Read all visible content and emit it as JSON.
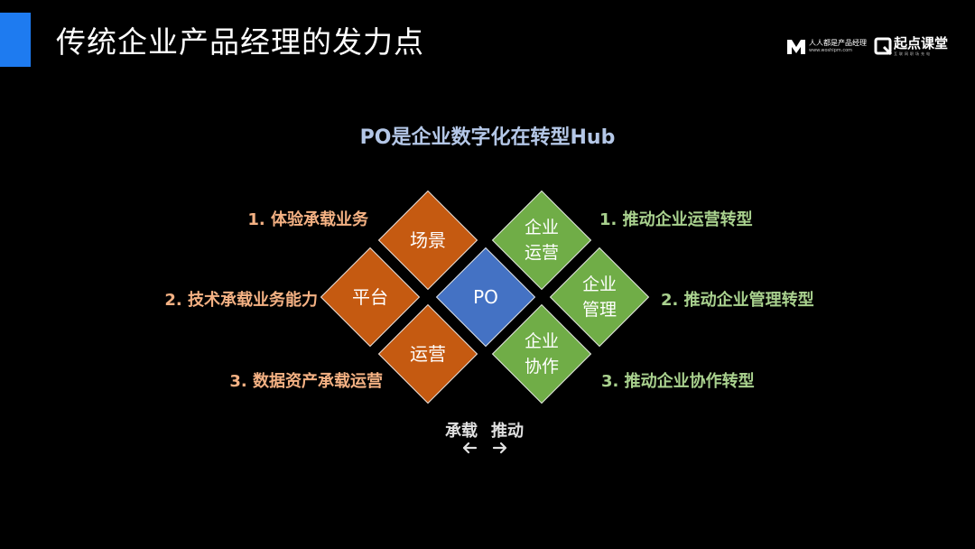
{
  "header": {
    "title": "传统企业产品经理的发力点"
  },
  "logo": {
    "site_line1": "人人都是产品经理",
    "site_line2": "www.woshipm.com",
    "brand": "起点课堂",
    "brand_sub": "互联网职场充电"
  },
  "diagram": {
    "subtitle": "PO是企业数字化在转型Hub",
    "center": {
      "label": "PO"
    },
    "left_diamonds": [
      {
        "label": "场景"
      },
      {
        "label": "平台"
      },
      {
        "label": "运营"
      }
    ],
    "right_diamonds": [
      {
        "label": "企业\n运营"
      },
      {
        "label": "企业\n管理"
      },
      {
        "label": "企业\n协作"
      }
    ],
    "left_items": [
      "1. 体验承载业务",
      "2. 技术承载业务能力",
      "3. 数据资产承载运营"
    ],
    "right_items": [
      "1. 推动企业运营转型",
      "2. 推动企业管理转型",
      "3. 推动企业协作转型"
    ],
    "bottom": {
      "left_label": "承载",
      "right_label": "推动"
    },
    "colors": {
      "left": "#c55a11",
      "right": "#70ad47",
      "center": "#4472c4",
      "left_text": "#f4b183",
      "right_text": "#a9d18e",
      "subtitle": "#b4c7e7",
      "accent": "#1e7bf0"
    }
  }
}
